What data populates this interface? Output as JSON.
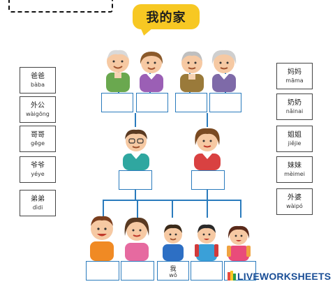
{
  "title": "我的家",
  "left_cards": [
    {
      "hanzi": "爸爸",
      "pinyin": "bàba"
    },
    {
      "hanzi": "外公",
      "pinyin": "wàigōng"
    },
    {
      "hanzi": "哥哥",
      "pinyin": "gēge"
    },
    {
      "hanzi": "爷爷",
      "pinyin": "yéye"
    },
    {
      "hanzi": "弟弟",
      "pinyin": "dìdi"
    }
  ],
  "right_cards": [
    {
      "hanzi": "妈妈",
      "pinyin": "māma"
    },
    {
      "hanzi": "奶奶",
      "pinyin": "nǎinai"
    },
    {
      "hanzi": "姐姐",
      "pinyin": "jiějie"
    },
    {
      "hanzi": "妹妹",
      "pinyin": "mèimei"
    },
    {
      "hanzi": "外婆",
      "pinyin": "wàipó"
    }
  ],
  "me_label": {
    "hanzi": "我",
    "pinyin": "wǒ"
  },
  "watermark": "LIVEWORKSHEETS",
  "colors": {
    "bubble": "#f7c823",
    "line": "#2a7bbd",
    "watermark": "#1a4e96"
  }
}
